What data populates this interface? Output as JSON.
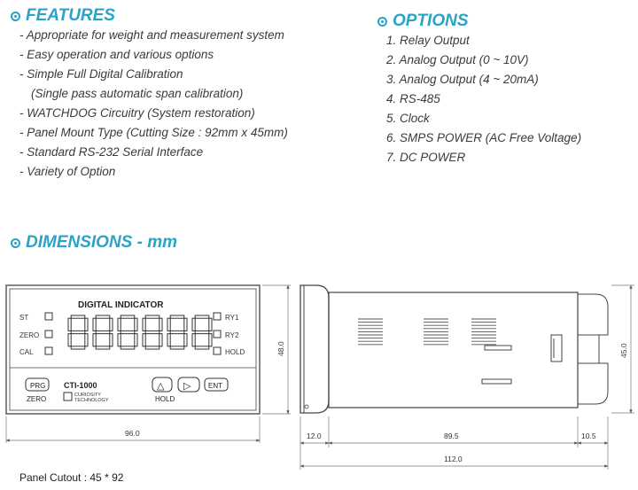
{
  "features": {
    "title": "FEATURES",
    "items": [
      "- Appropriate for weight and measurement system",
      "- Easy operation and various options",
      "- Simple Full Digital Calibration",
      "(Single pass automatic span calibration)",
      "- WATCHDOG Circuitry (System restoration)",
      "- Panel Mount Type (Cutting Size : 92mm x 45mm)",
      "- Standard RS-232 Serial Interface",
      "- Variety of Option"
    ]
  },
  "options": {
    "title": "OPTIONS",
    "items": [
      "1. Relay Output",
      "2. Analog Output (0 ~ 10V)",
      "3. Analog Output (4 ~ 20mA)",
      "4. RS-485",
      "5. Clock",
      "6. SMPS POWER (AC Free Voltage)",
      "7. DC POWER"
    ]
  },
  "dimensions": {
    "title": "DIMENSIONS - mm",
    "front": {
      "label": "DIGITAL INDICATOR",
      "left_indicators": [
        "ST",
        "ZERO",
        "CAL"
      ],
      "right_indicators": [
        "RY1",
        "RY2",
        "HOLD"
      ],
      "model": "CTI-1000",
      "brand_line1": "CURIOSITY",
      "brand_line2": "TECHNOLOGY",
      "prg_button": "PRG",
      "zero_label": "ZERO",
      "up_button": "△",
      "right_button": "▷",
      "ent_button": "ENT",
      "hold_label": "HOLD"
    },
    "front_width": "96.0",
    "front_height": "48.0",
    "side_height": "45.0",
    "side_front": "12.0",
    "side_body": "89.5",
    "side_rear": "10.5",
    "side_total": "112.0"
  },
  "panel_cutout": "Panel Cutout : 45 * 92",
  "colors": {
    "accent": "#2aa3c7"
  }
}
